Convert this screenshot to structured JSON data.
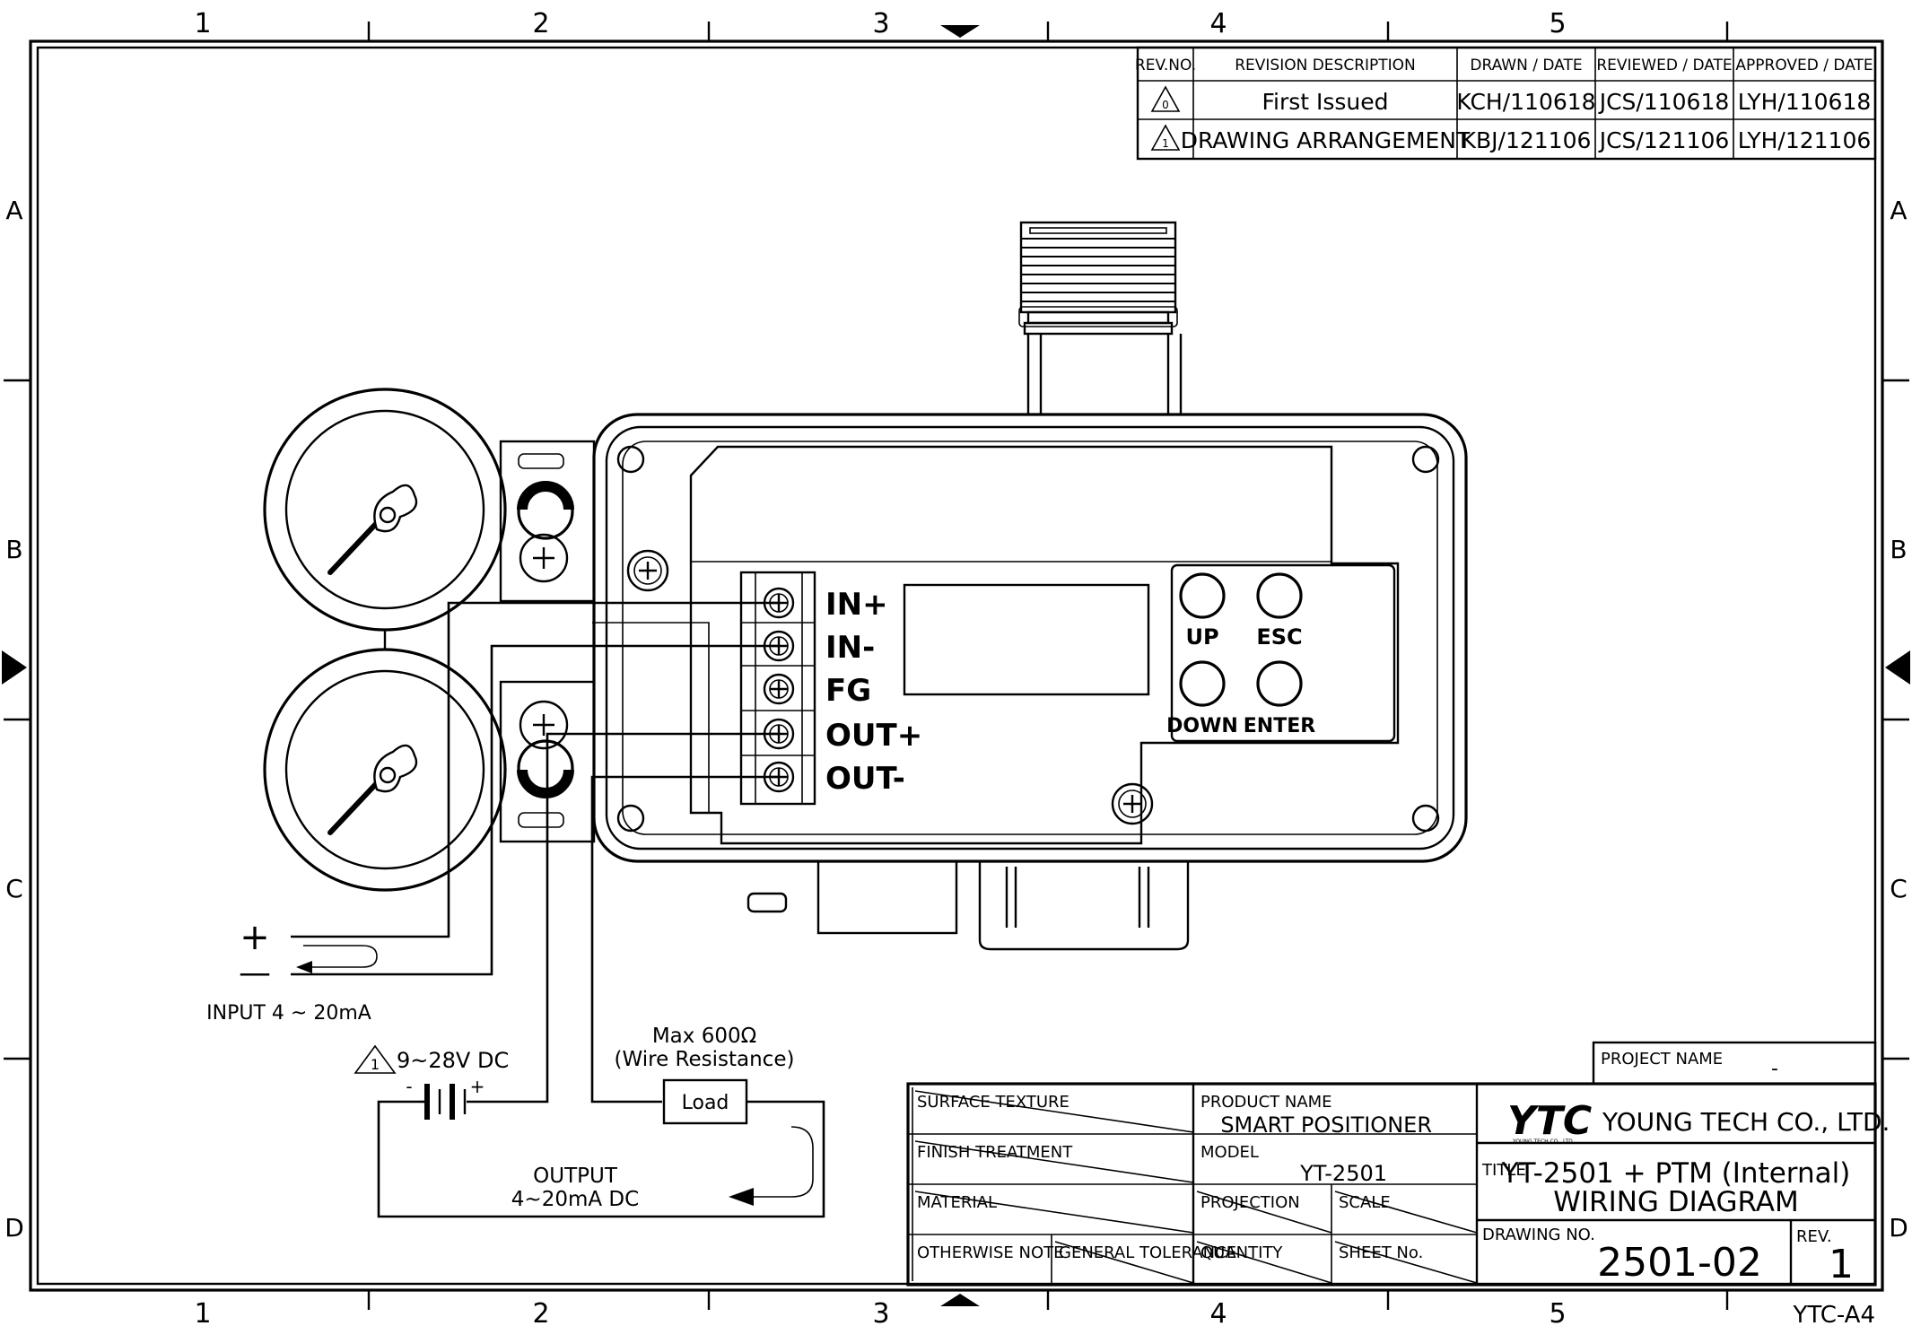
{
  "grid": {
    "columns": [
      "1",
      "2",
      "3",
      "4",
      "5"
    ],
    "rows": [
      "A",
      "B",
      "C",
      "D"
    ]
  },
  "revision_table": {
    "headers": [
      "REV.NO.",
      "REVISION DESCRIPTION",
      "DRAWN / DATE",
      "REVIEWED / DATE",
      "APPROVED / DATE"
    ],
    "rows": [
      {
        "rev": "0",
        "description": "First Issued",
        "drawn": "KCH/110618",
        "reviewed": "JCS/110618",
        "approved": "LYH/110618"
      },
      {
        "rev": "1",
        "description": "DRAWING ARRANGEMENT",
        "drawn": "KBJ/121106",
        "reviewed": "JCS/121106",
        "approved": "LYH/121106"
      }
    ]
  },
  "terminals": [
    "IN+",
    "IN-",
    "FG",
    "OUT+",
    "OUT-"
  ],
  "keypad": {
    "up": "UP",
    "esc": "ESC",
    "down": "DOWN",
    "enter": "ENTER"
  },
  "input": {
    "plus": "+",
    "minus": "—",
    "label": "INPUT 4 ~ 20mA"
  },
  "supply": {
    "rev_mark": "1",
    "voltage": "9~28V DC",
    "minus": "-",
    "plus": "+"
  },
  "load": {
    "max": "Max 600Ω",
    "note": "(Wire Resistance)",
    "label": "Load"
  },
  "output": {
    "line1": "OUTPUT",
    "line2": "4~20mA DC"
  },
  "title_block": {
    "project_name_label": "PROJECT NAME",
    "project_name_value": "-",
    "surface_texture": "SURFACE TEXTURE",
    "finish_treatment": "FINISH TREATMENT",
    "material": "MATERIAL",
    "otherwise_note": "OTHERWISE NOTE",
    "general_tolerance": "GENERAL TOLERANCE",
    "product_name_label": "PRODUCT NAME",
    "product_name": "SMART POSITIONER",
    "model_label": "MODEL",
    "model": "YT-2501",
    "projection": "PROJECTION",
    "scale": "SCALE",
    "quantity": "QUANTITY",
    "sheet_no": "SHEET No.",
    "logo": "YTC",
    "logo_sub": "YOUNG TECH CO., LTD.",
    "company": "YOUNG TECH CO., LTD.",
    "title_label": "TITLE",
    "title_line1": "YT-2501 + PTM (Internal)",
    "title_line2": "WIRING DIAGRAM",
    "drawing_no_label": "DRAWING NO.",
    "drawing_no": "2501-02",
    "rev_label": "REV.",
    "rev": "1"
  },
  "sheet_format": "YTC-A4"
}
